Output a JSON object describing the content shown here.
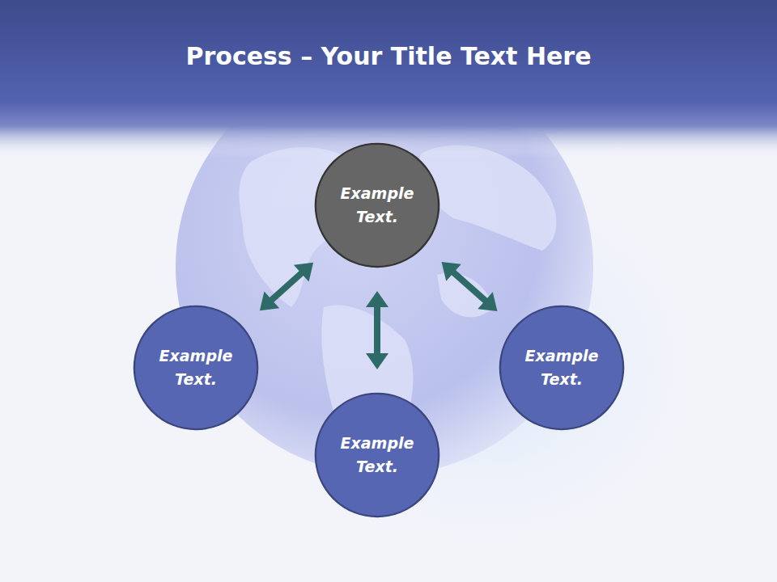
{
  "diagram": {
    "title": "Process – Your Title Text Here",
    "nodes": [
      {
        "text": [
          "Example Text."
        ]
      },
      {
        "text": [
          "Example Text."
        ]
      },
      {
        "text": [
          "Example Text."
        ]
      },
      {
        "text": [
          "Example Text."
        ]
      }
    ],
    "edges": [
      {
        "from": 0,
        "to": 1,
        "arrow": "both"
      },
      {
        "from": 0,
        "to": 3,
        "arrow": "both"
      },
      {
        "from": 0,
        "to": 2,
        "arrow": "both"
      }
    ]
  }
}
